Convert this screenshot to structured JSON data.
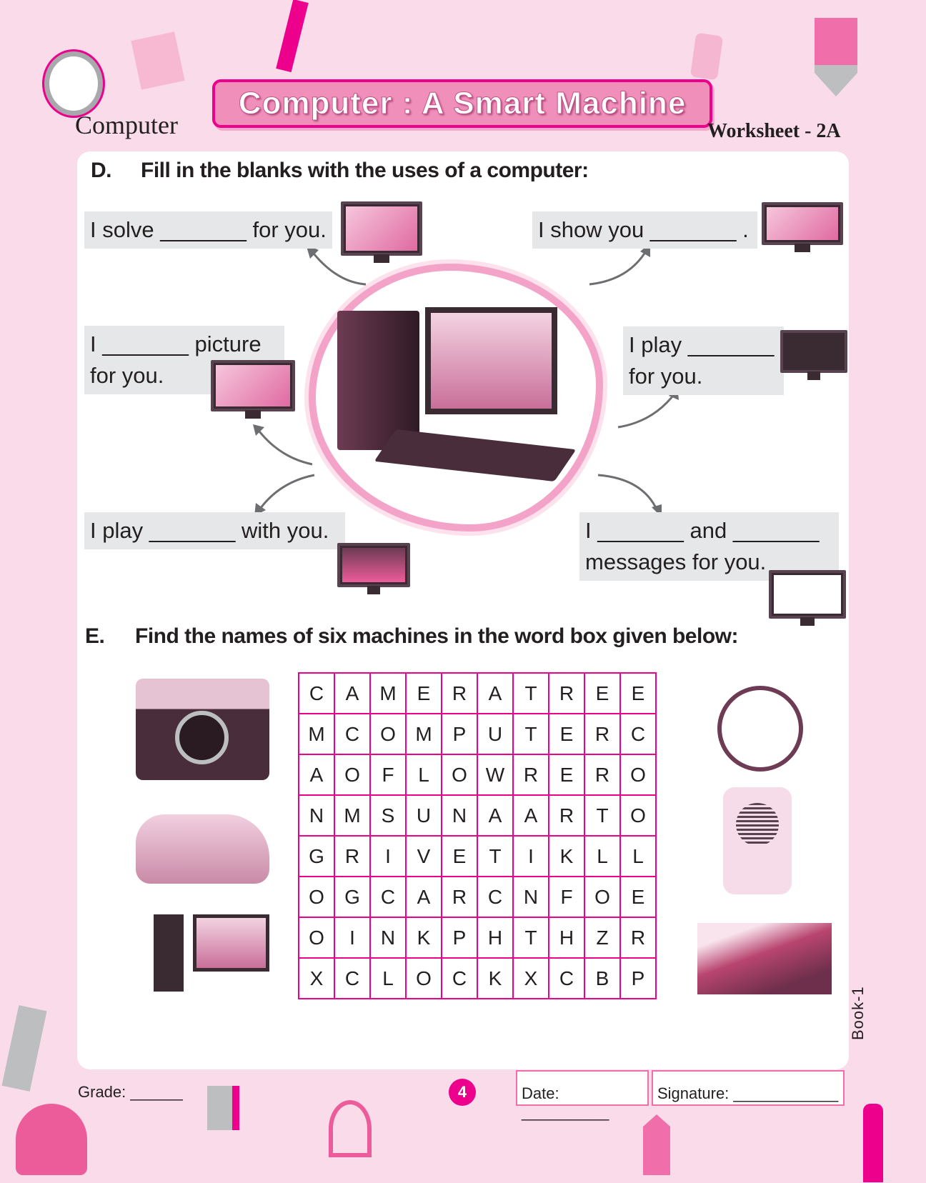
{
  "header": {
    "subject": "Computer",
    "title": "Computer : A Smart Machine",
    "worksheet": "Worksheet - 2A"
  },
  "sectionD": {
    "letter": "D.",
    "heading": "Fill in the blanks with the uses of a computer:",
    "sentences": [
      "I solve _______ for you.",
      "I show you _______ .",
      "I _______ picture\nfor you.",
      "I play _______\nfor you.",
      "I play _______ with you.",
      "I _______ and _______\nmessages for you."
    ]
  },
  "sectionE": {
    "letter": "E.",
    "heading": "Find the names of six machines in the word box given below:",
    "grid": [
      [
        "C",
        "A",
        "M",
        "E",
        "R",
        "A",
        "T",
        "R",
        "E",
        "E"
      ],
      [
        "M",
        "C",
        "O",
        "M",
        "P",
        "U",
        "T",
        "E",
        "R",
        "C"
      ],
      [
        "A",
        "O",
        "F",
        "L",
        "O",
        "W",
        "R",
        "E",
        "R",
        "O"
      ],
      [
        "N",
        "M",
        "S",
        "U",
        "N",
        "A",
        "A",
        "R",
        "T",
        "O"
      ],
      [
        "G",
        "R",
        "I",
        "V",
        "E",
        "T",
        "I",
        "K",
        "L",
        "L"
      ],
      [
        "O",
        "G",
        "C",
        "A",
        "R",
        "C",
        "N",
        "F",
        "O",
        "E"
      ],
      [
        "O",
        "I",
        "N",
        "K",
        "P",
        "H",
        "T",
        "H",
        "Z",
        "R"
      ],
      [
        "X",
        "C",
        "L",
        "O",
        "C",
        "K",
        "X",
        "C",
        "B",
        "P"
      ]
    ]
  },
  "footer": {
    "grade": "Grade: ______",
    "page": "4",
    "date": "Date: __________",
    "signature": "Signature: ____________",
    "book": "Book-1"
  },
  "colors": {
    "accent": "#ec008c",
    "background": "#f9dbe9"
  }
}
